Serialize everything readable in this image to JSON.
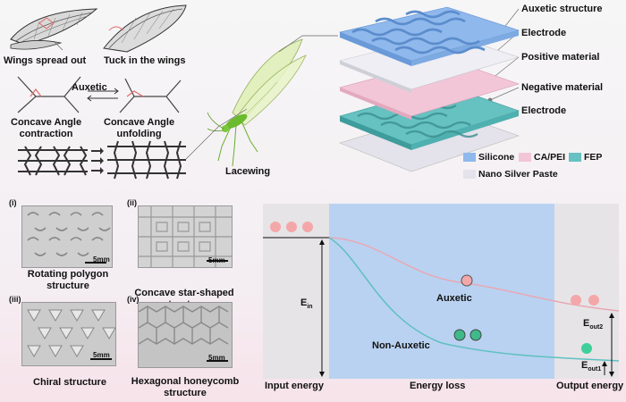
{
  "top_left": {
    "wings_spread": "Wings spread out",
    "tuck_wings": "Tuck in the wings",
    "auxetic": "Auxetic",
    "concave_contraction": "Concave Angle\ncontraction",
    "concave_unfolding": "Concave Angle\nunfolding",
    "lacewing": "Lacewing"
  },
  "layers": {
    "auxetic_structure": "Auxetic structure",
    "electrode_top": "Electrode",
    "positive_material": "Positive material",
    "negative_material": "Negative material",
    "electrode_bottom": "Electrode"
  },
  "legend": {
    "silicone": "Silicone",
    "ca_pei": "CA/PEI",
    "fep": "FEP",
    "nano_silver": "Nano Silver Paste",
    "colors": {
      "silicone": "#8fb8ec",
      "ca_pei": "#f2c6d6",
      "fep": "#66c1c1",
      "nano_silver": "#e4e2ea"
    }
  },
  "structures": [
    {
      "roman": "(i)",
      "label": "Rotating polygon\nstructure",
      "scale": "5mm"
    },
    {
      "roman": "(ii)",
      "label": "Concave star-shaped\nstructure",
      "scale": "5mm"
    },
    {
      "roman": "(iii)",
      "label": "Chiral structure",
      "scale": "5mm"
    },
    {
      "roman": "(iv)",
      "label": "Hexagonal honeycomb\nstructure",
      "scale": "5mm"
    }
  ],
  "energy": {
    "input_energy": "Input energy",
    "energy_loss": "Energy loss",
    "output_energy": "Output energy",
    "auxetic": "Auxetic",
    "non_auxetic": "Non-Auxetic",
    "e_in": "E",
    "e_in_sub": "in",
    "e_out2": "E",
    "e_out2_sub": "out2",
    "e_out1": "E",
    "e_out1_sub": "out1"
  }
}
